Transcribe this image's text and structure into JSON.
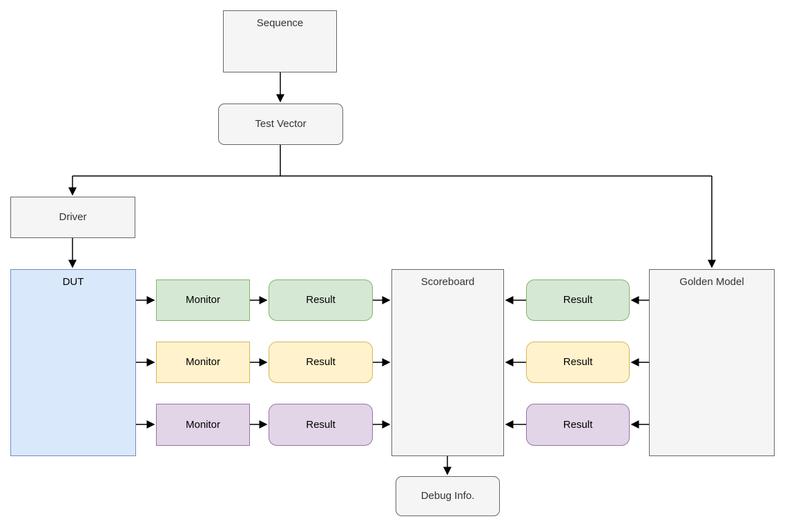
{
  "diagram": {
    "nodes": {
      "sequence": {
        "label": "Sequence"
      },
      "test_vector": {
        "label": "Test Vector"
      },
      "driver": {
        "label": "Driver"
      },
      "dut": {
        "label": "DUT"
      },
      "scoreboard": {
        "label": "Scoreboard"
      },
      "golden_model": {
        "label": "Golden Model"
      },
      "debug_info": {
        "label": "Debug Info."
      }
    },
    "channels": [
      {
        "color_name": "green",
        "monitor_label": "Monitor",
        "result_left_label": "Result",
        "result_right_label": "Result"
      },
      {
        "color_name": "yellow",
        "monitor_label": "Monitor",
        "result_left_label": "Result",
        "result_right_label": "Result"
      },
      {
        "color_name": "purple",
        "monitor_label": "Monitor",
        "result_left_label": "Result",
        "result_right_label": "Result"
      }
    ],
    "colors": {
      "background": "#ffffff",
      "arrow": "#000000",
      "gray_fill": "#f5f5f5",
      "gray_stroke": "#666666",
      "gray_text": "#333333",
      "blue_fill": "#dae8fc",
      "blue_stroke": "#6c8ebf",
      "green_fill": "#d5e8d4",
      "green_stroke": "#82b366",
      "yellow_fill": "#fff2cc",
      "yellow_stroke": "#d6b656",
      "purple_fill": "#e1d5e7",
      "purple_stroke": "#9673a6"
    }
  }
}
